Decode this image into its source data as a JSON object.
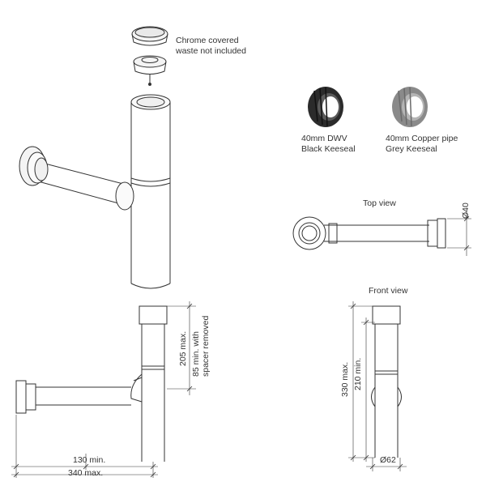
{
  "callouts": {
    "waste_note_line1": "Chrome covered",
    "waste_note_line2": "waste not included",
    "keeseal_black_line1": "40mm DWV",
    "keeseal_black_line2": "Black Keeseal",
    "keeseal_grey_line1": "40mm Copper pipe",
    "keeseal_grey_line2": "Grey Keeseal"
  },
  "views": {
    "top_view_title": "Top view",
    "front_view_title": "Front view"
  },
  "dimensions": {
    "top_diameter": "Ø40",
    "height_max": "205 max.",
    "height_min_line1": "85 min. with",
    "height_min_line2": "spacer removed",
    "width_min": "130 min.",
    "width_max": "340 max.",
    "front_height_max": "330 max.",
    "front_height_min": "210 min.",
    "front_diameter": "Ø62"
  },
  "colors": {
    "line": "#333333",
    "black_keeseal": "#2b2b2b",
    "grey_keeseal": "#8a8a8a"
  }
}
